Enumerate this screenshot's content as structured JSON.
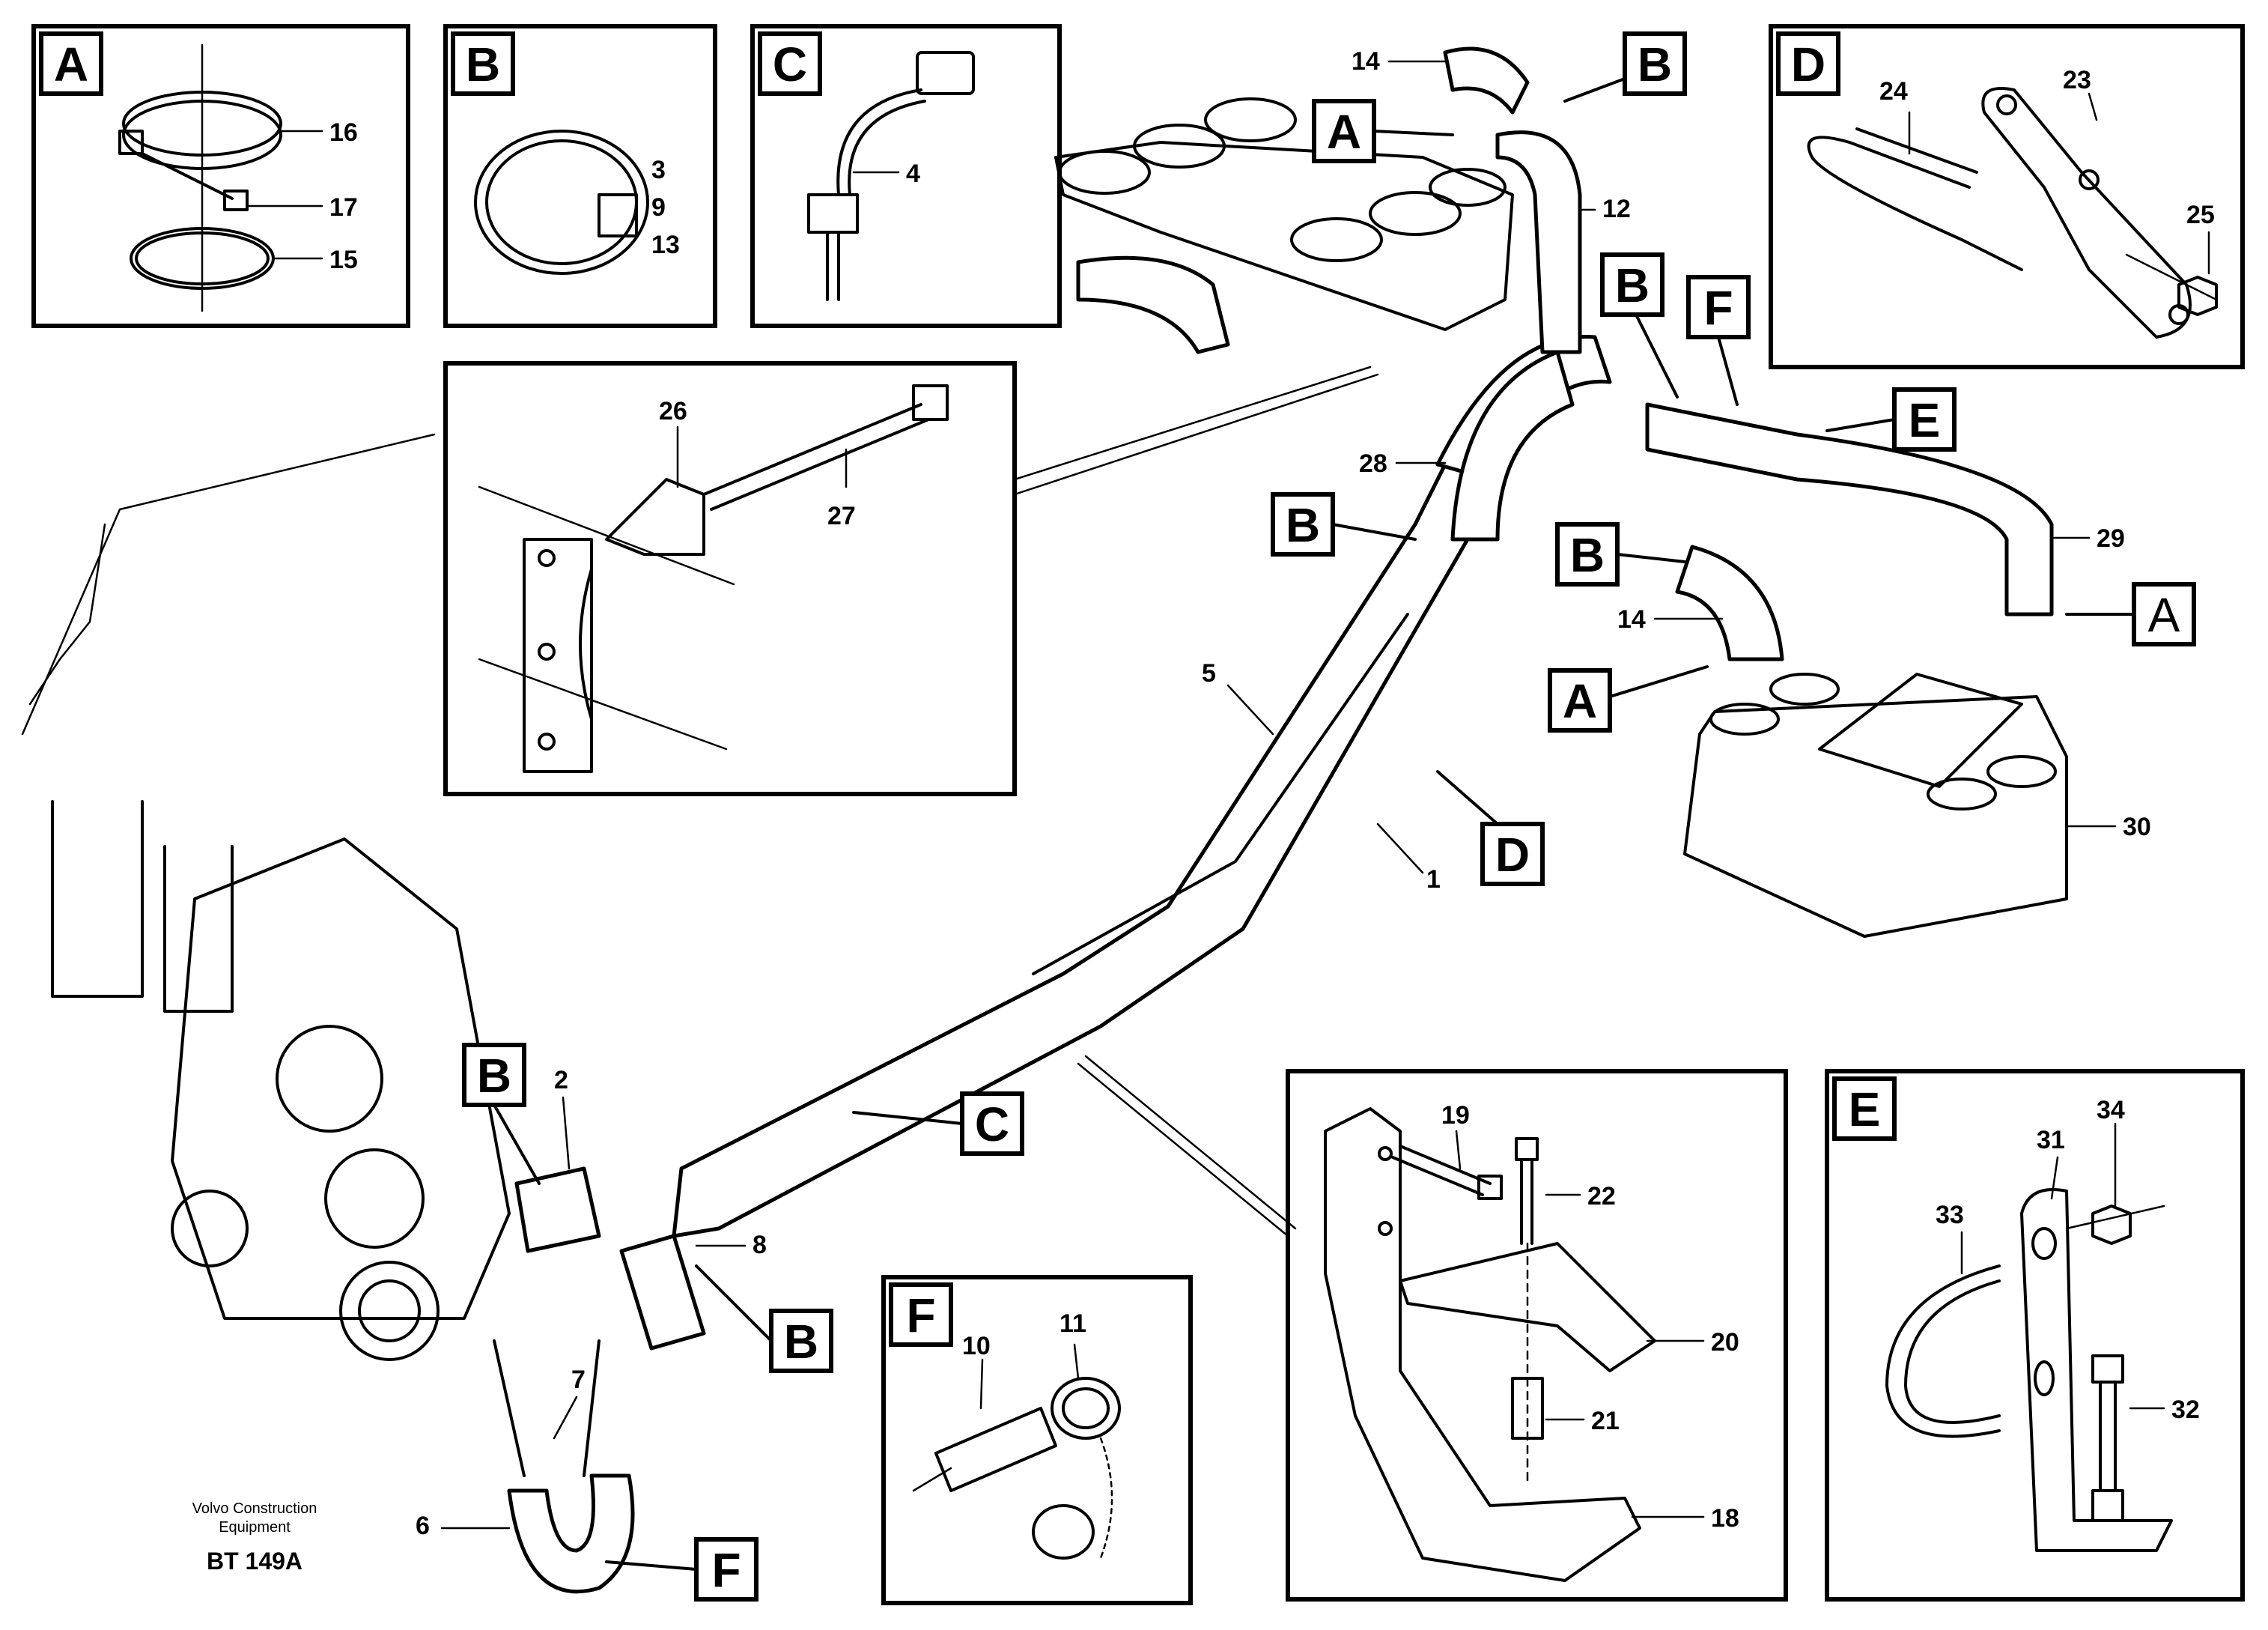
{
  "callouts": {
    "A": "A",
    "B": "B",
    "C": "C",
    "D": "D",
    "E": "E",
    "F": "F"
  },
  "part_numbers": {
    "p1": "1",
    "p2": "2",
    "p3": "3",
    "p4": "4",
    "p5": "5",
    "p6": "6",
    "p7": "7",
    "p8": "8",
    "p9": "9",
    "p10": "10",
    "p11": "11",
    "p12": "12",
    "p13": "13",
    "p14": "14",
    "p15": "15",
    "p16": "16",
    "p17": "17",
    "p18": "18",
    "p19": "19",
    "p20": "20",
    "p21": "21",
    "p22": "22",
    "p23": "23",
    "p24": "24",
    "p25": "25",
    "p26": "26",
    "p27": "27",
    "p28": "28",
    "p29": "29",
    "p30": "30",
    "p31": "31",
    "p32": "32",
    "p33": "33",
    "p34": "34"
  },
  "footer": {
    "brand_line1": "Volvo Construction",
    "brand_line2": "Equipment",
    "drawing_code": "BT 149A"
  }
}
